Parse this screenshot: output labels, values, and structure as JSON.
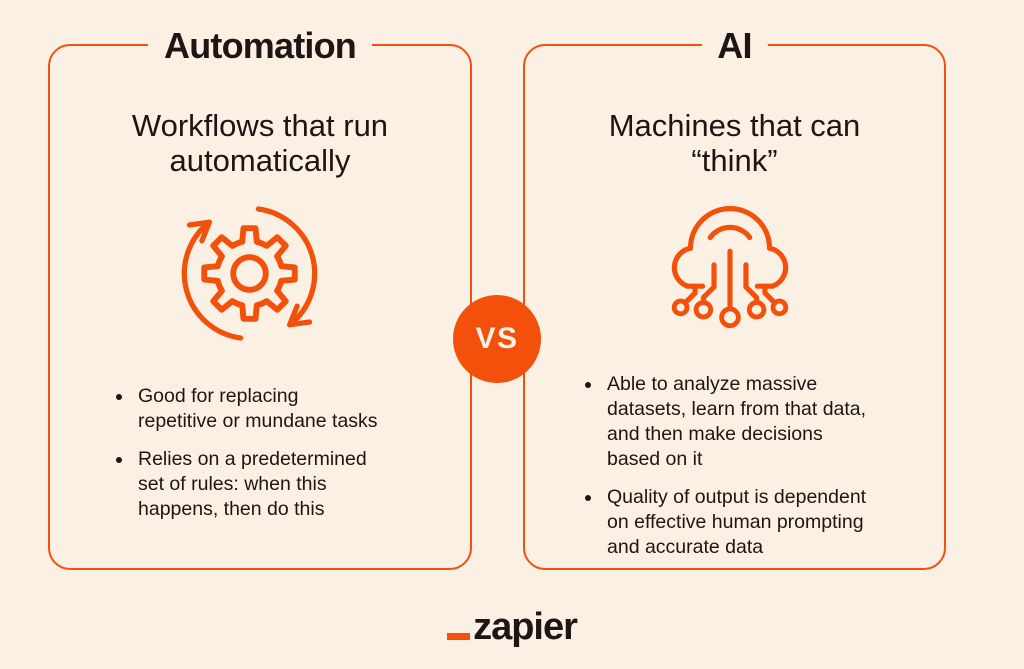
{
  "colors": {
    "bg": "#FAF0E4",
    "accent": "#F3500B",
    "ink": "#201515",
    "vs-text": "#FBF1E5"
  },
  "vs_badge": {
    "label": "VS"
  },
  "cards": [
    {
      "title": "Automation",
      "subtitle": "Workflows that run\nautomatically",
      "icon": "gear-cycle-icon",
      "bullets": [
        "Good for replacing\nrepetitive or mundane tasks",
        "Relies on a predetermined\nset of rules: when this\nhappens, then do this"
      ]
    },
    {
      "title": "AI",
      "subtitle": "Machines that can\n“think”",
      "icon": "ai-cloud-circuit-icon",
      "bullets": [
        "Able to analyze massive\ndatasets, learn from that data,\nand then make decisions\nbased on it",
        "Quality of output is dependent\non effective human prompting\nand accurate data"
      ]
    }
  ],
  "footer": {
    "logo_text": "zapier"
  }
}
